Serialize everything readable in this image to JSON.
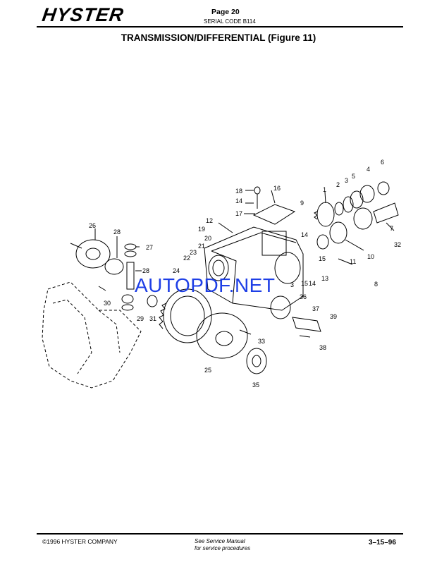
{
  "header": {
    "logo": "HYSTER",
    "page": "Page 20",
    "serial_code": "SERIAL CODE B114"
  },
  "title": "TRANSMISSION/DIFFERENTIAL (Figure 11)",
  "diagram": {
    "callouts": [
      "1",
      "2",
      "3",
      "4",
      "5",
      "6",
      "7",
      "8",
      "9",
      "10",
      "11",
      "12",
      "13",
      "14",
      "14",
      "14",
      "15",
      "15",
      "16",
      "17",
      "18",
      "19",
      "20",
      "21",
      "22",
      "23",
      "24",
      "25",
      "26",
      "27",
      "28",
      "28",
      "29",
      "30",
      "31",
      "32",
      "33",
      "35",
      "36",
      "37",
      "38",
      "39",
      "3"
    ]
  },
  "watermark": "AUTOPDF.NET",
  "footer": {
    "copyright": "©1996 HYSTER COMPANY",
    "note_line1": "See Service Manual",
    "note_line2": "for service procedures",
    "date": "3–15–96"
  }
}
